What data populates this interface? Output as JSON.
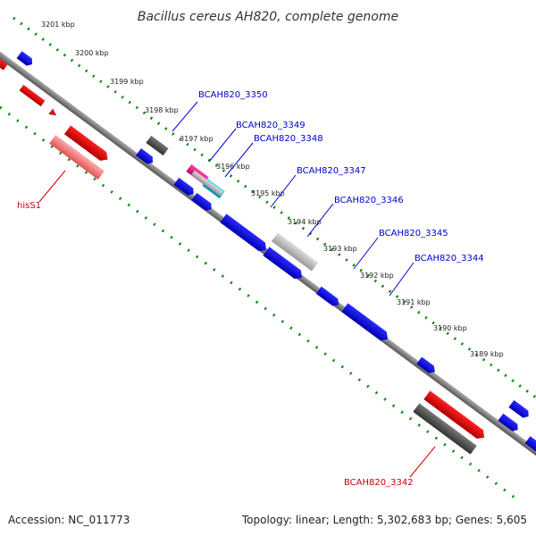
{
  "title": "Bacillus cereus AH820, complete genome",
  "footer": {
    "accession": "Accession: NC_011773",
    "topology": "Topology: linear; Length: 5,302,683 bp; Genes: 5,605"
  },
  "ruler_labels": [
    "3201 kbp",
    "3200 kbp",
    "3199 kbp",
    "3198 kbp",
    "3197 kbp",
    "3196 kbp",
    "3195 kbp",
    "3194 kbp",
    "3193 kbp",
    "3192 kbp",
    "3191 kbp",
    "3190 kbp",
    "3189 kbp"
  ],
  "gene_labels": [
    "BCAH820_3350",
    "BCAH820_3349",
    "BCAH820_3348",
    "BCAH820_3347",
    "BCAH820_3346",
    "BCAH820_3345",
    "BCAH820_3344",
    "hisS1",
    "BCAH820_3342"
  ],
  "colors": {
    "backbone": "#777777",
    "cds": "#0000ee",
    "rna": "#ee0000",
    "pseudo": "#555555",
    "light_gray": "#bbbbbb",
    "magenta": "#ee1188",
    "cyan": "#00bbdd",
    "light_red": "#ee7777",
    "label_blue": "#0000cc",
    "label_red": "#cc0000",
    "tick_green": "#008800"
  }
}
